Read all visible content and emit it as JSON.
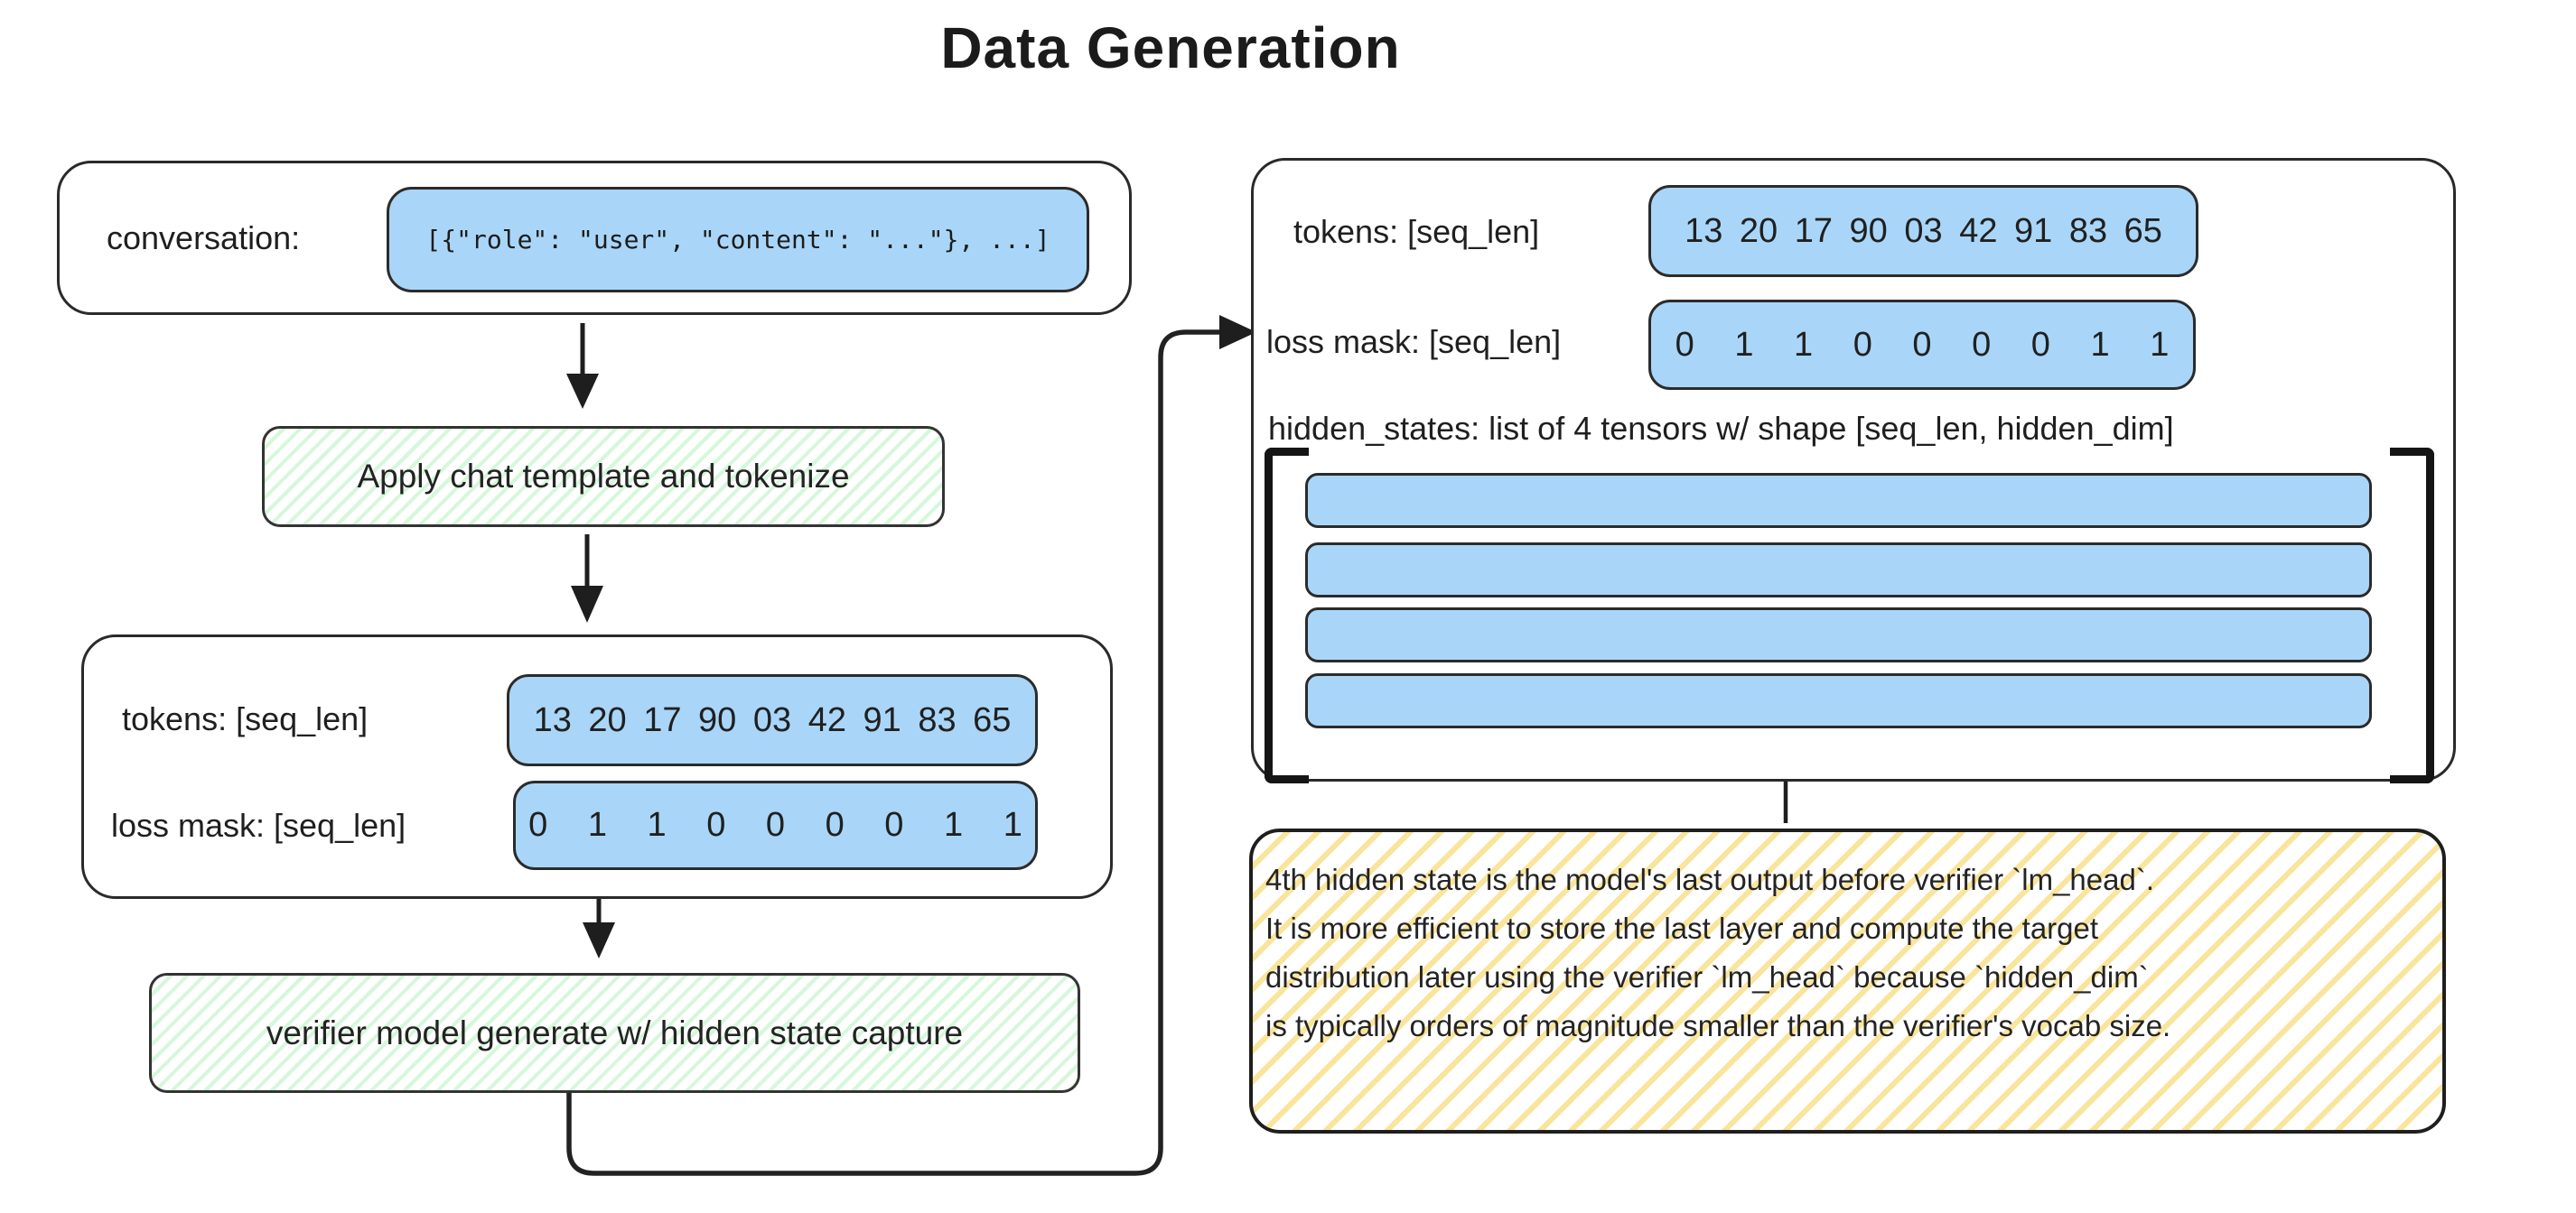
{
  "title": "Data Generation",
  "colors": {
    "blue_fill": "#a9d6f8",
    "green_hatch": "#b2f2bb",
    "yellow_hatch": "#f9e08a",
    "stroke": "#2a2a2a"
  },
  "left": {
    "conversation_label": "conversation:",
    "conversation_value": "[{\"role\": \"user\", \"content\": \"...\"}, ...]",
    "step_apply_template": "Apply chat template and tokenize",
    "tokens_label": "tokens: [seq_len]",
    "tokens_values": "13 20 17 90 03 42 91 83 65",
    "loss_mask_label": "loss mask: [seq_len]",
    "loss_mask_values": "0 1 1 0 0 0 0 1 1",
    "step_generate": "verifier model generate w/ hidden state capture"
  },
  "right": {
    "tokens_label": "tokens: [seq_len]",
    "tokens_values": "13 20 17 90 03 42 91 83 65",
    "loss_mask_label": "loss mask: [seq_len]",
    "loss_mask_values": "0 1 1 0 0 0 0 1 1",
    "hidden_states_label": "hidden_states: list of 4 tensors w/ shape [seq_len, hidden_dim]",
    "hidden_tensor_count": 4
  },
  "note": {
    "line1": "4th hidden state is the model's last output before verifier `lm_head`.",
    "line2": "It is more efficient to store the last layer and compute the target",
    "line3": "distribution later using the verifier `lm_head` because `hidden_dim`",
    "line4": "is typically orders of magnitude smaller than the verifier's vocab size."
  }
}
